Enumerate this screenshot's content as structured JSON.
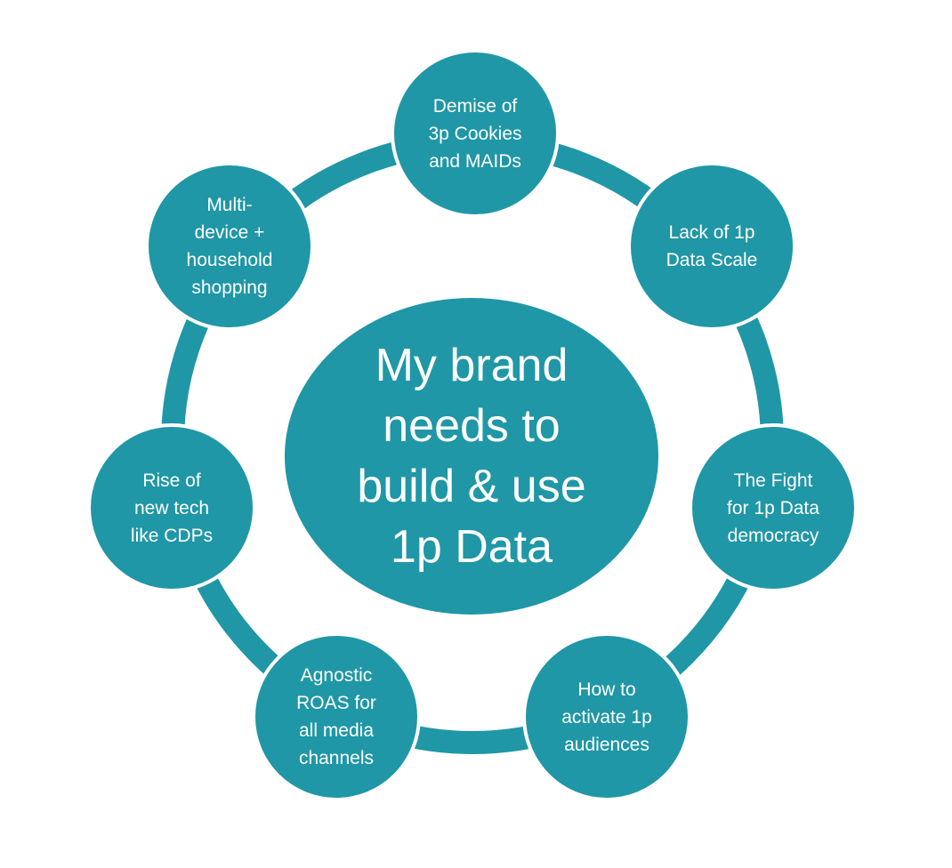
{
  "diagram": {
    "center_text": "My brand\nneeds to\nbuild & use\n1p Data",
    "nodes": [
      "Demise of\n3p Cookies\nand MAIDs",
      "Lack of 1p\nData Scale",
      "The Fight\nfor 1p Data\ndemocracy",
      "How to\nactivate 1p\naudiences",
      "Agnostic\nROAS for\nall media\nchannels",
      "Rise of\nnew tech\nlike CDPs",
      "Multi-\ndevice +\nhousehold\nshopping"
    ]
  },
  "colors": {
    "accent": "#1f97a6",
    "text": "#ffffff",
    "background": "#ffffff"
  }
}
